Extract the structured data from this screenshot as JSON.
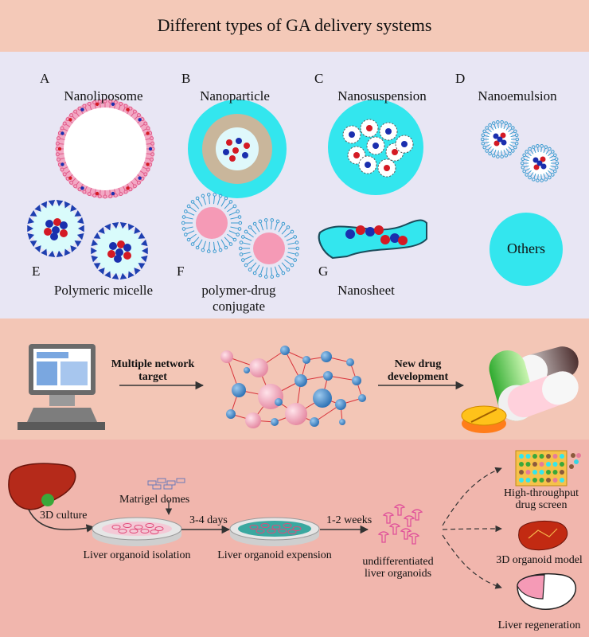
{
  "title": "Different types of GA delivery systems",
  "delivery_systems": {
    "A": {
      "letter": "A",
      "name": "Nanoliposome"
    },
    "B": {
      "letter": "B",
      "name": "Nanoparticle"
    },
    "C": {
      "letter": "C",
      "name": "Nanosuspension"
    },
    "D": {
      "letter": "D",
      "name": "Nanoemulsion"
    },
    "E": {
      "letter": "E",
      "name": "Polymeric micelle"
    },
    "F": {
      "letter": "F",
      "name_line1": "polymer-drug",
      "name_line2": "conjugate"
    },
    "G": {
      "letter": "G",
      "name": "Nanosheet"
    },
    "others": "Others"
  },
  "network": {
    "arrow1_line1": "Multiple network",
    "arrow1_line2": "target",
    "arrow2_line1": "New drug",
    "arrow2_line2": "development"
  },
  "organoid": {
    "culture": "3D culture",
    "matrigel": "Matrigel domes",
    "isolation": "Liver organoid isolation",
    "days": "3-4 days",
    "expansion": "Liver organoid expension",
    "weeks": "1-2 weeks",
    "undiff_line1": "undifferentiated",
    "undiff_line2": "liver organoids",
    "screen_line1": "High-throughput",
    "screen_line2": "drug screen",
    "model": "3D organoid model",
    "regeneration": "Liver regeneration"
  },
  "colors": {
    "top_band": "#f4c9b8",
    "mid_band": "#e8e6f4",
    "network_band": "#f3c6b6",
    "bottom_band": "#f1b6ad",
    "cyan": "#33e6ee",
    "pink": "#f59ab6"
  }
}
